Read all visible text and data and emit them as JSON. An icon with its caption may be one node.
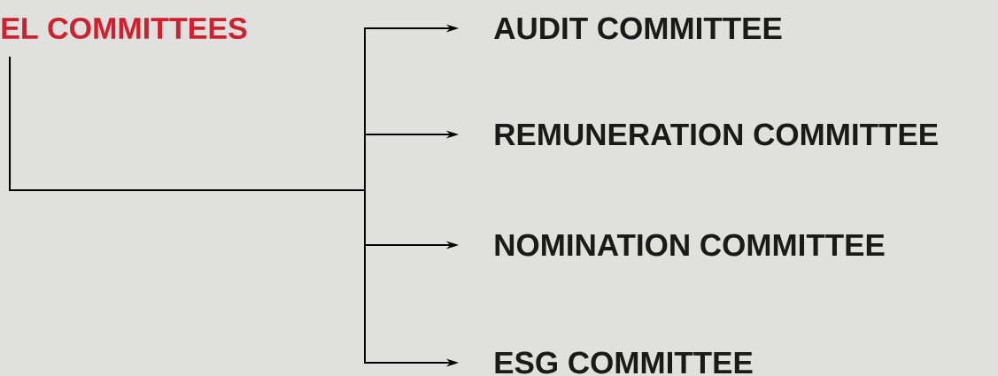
{
  "diagram": {
    "nodes": [
      {
        "text": [
          "EL COMMITTEES"
        ]
      },
      {
        "text": [
          "AUDIT COMMITTEE"
        ]
      },
      {
        "text": [
          "REMUNERATION COMMITTEE"
        ]
      },
      {
        "text": [
          "NOMINATION COMMITTEE"
        ]
      },
      {
        "text": [
          "ESG COMMITTEE"
        ]
      }
    ],
    "edges": [
      {
        "from": 0,
        "to": 1,
        "arrow": "to"
      },
      {
        "from": 0,
        "to": 2,
        "arrow": "to"
      },
      {
        "from": 0,
        "to": 3,
        "arrow": "to"
      },
      {
        "from": 0,
        "to": 4,
        "arrow": "to"
      }
    ]
  }
}
